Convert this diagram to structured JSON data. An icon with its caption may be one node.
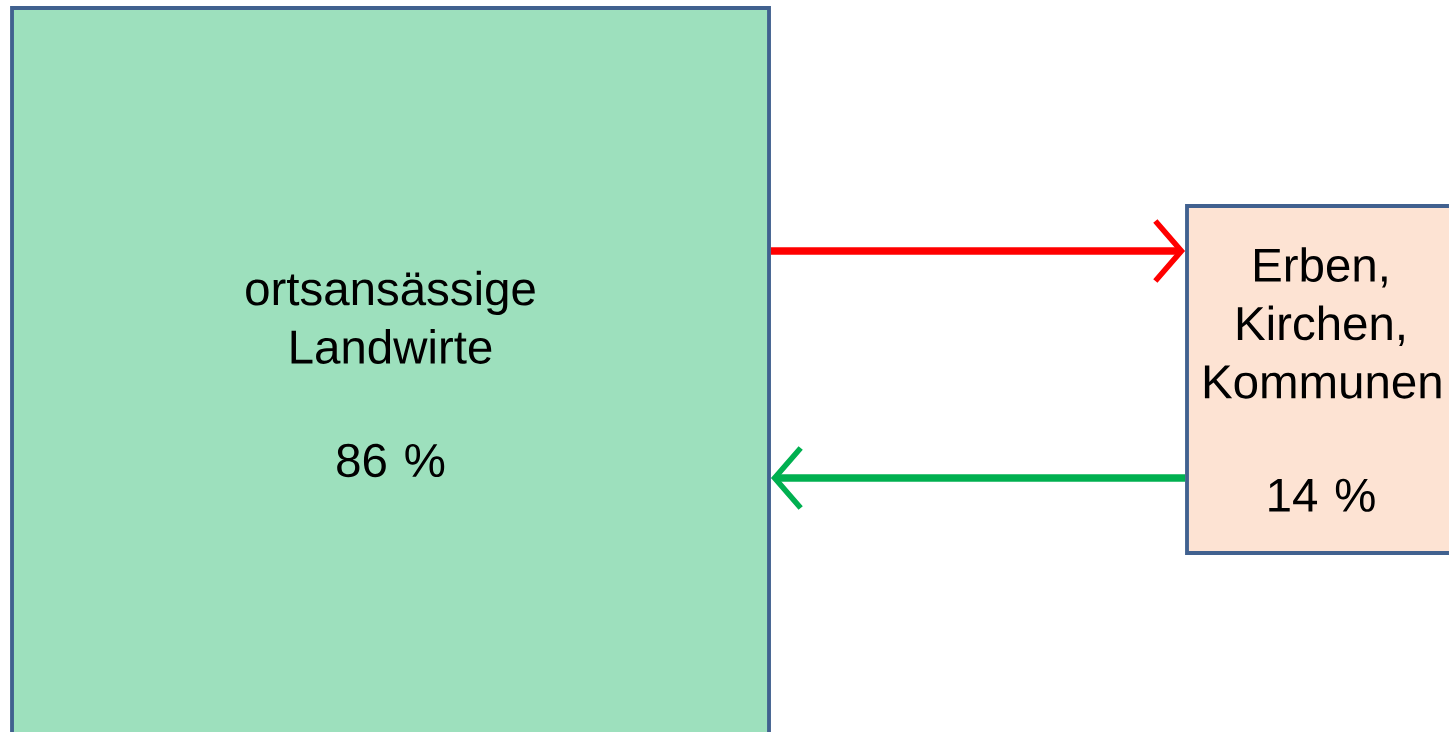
{
  "diagram": {
    "nodes": [
      {
        "text": [
          "ortsansässige Landwirte",
          "86 %"
        ]
      },
      {
        "text": [
          "Erben, Kirchen, Kommunen",
          "14 %"
        ]
      }
    ],
    "edges": [
      {
        "from": 0,
        "to": 1,
        "arrow": "to",
        "color": "#ff0000"
      },
      {
        "from": 1,
        "to": 0,
        "arrow": "to",
        "color": "#00b050"
      }
    ]
  }
}
